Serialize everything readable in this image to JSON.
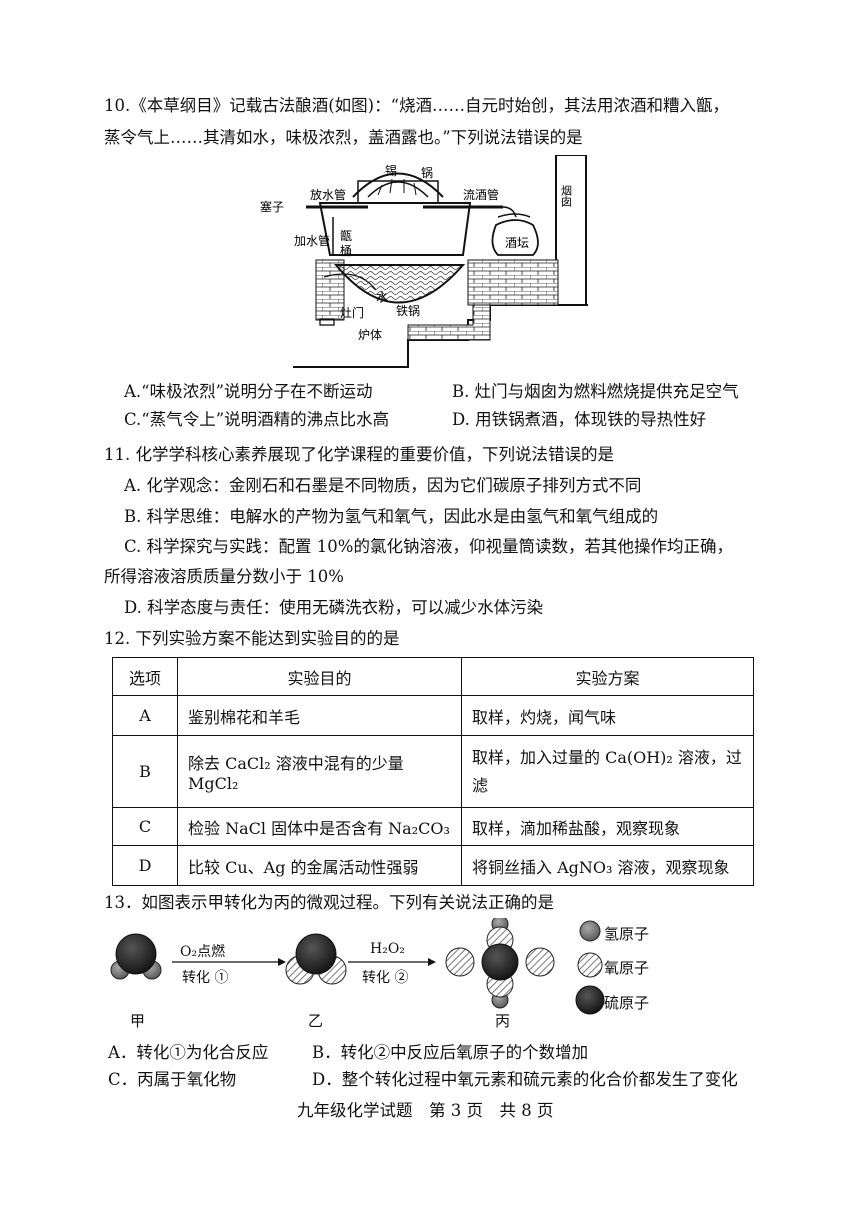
{
  "q10": {
    "stem_line1": "10.《本草纲目》记载古法酿酒(如图)：“烧酒……自元时始创，其法用浓酒和糟入甑，",
    "stem_line2": "蒸令气上……其清如水，味极浓烈，盖酒露也。”下列说法错误的是",
    "diagram_labels": {
      "xi": "锡",
      "guo_top": "锅",
      "fangshui": "放水管",
      "saizi": "塞子",
      "liujiu": "流酒管",
      "yancong": "烟囱",
      "jiashui": "加水管",
      "zeng": "甑",
      "tong": "桶",
      "jiutan": "酒坛",
      "shui": "水",
      "tieguo": "铁锅",
      "zaomen": "灶门",
      "luti": "炉体"
    },
    "options": {
      "A": "A.“味极浓烈”说明分子在不断运动",
      "B": "B. 灶门与烟囱为燃料燃烧提供充足空气",
      "C": "C.“蒸气令上”说明酒精的沸点比水高",
      "D": "D. 用铁锅煮酒，体现铁的导热性好"
    }
  },
  "q11": {
    "stem": "11. 化学学科核心素养展现了化学课程的重要价值，下列说法错误的是",
    "A": "A. 化学观念：金刚石和石墨是不同物质，因为它们碳原子排列方式不同",
    "B": "B. 科学思维：电解水的产物为氢气和氧气，因此水是由氢气和氧气组成的",
    "C1": "C. 科学探究与实践：配置 10%的氯化钠溶液，仰视量筒读数，若其他操作均正确，",
    "C2": "所得溶液溶质质量分数小于 10%",
    "D": "D. 科学态度与责任：使用无磷洗衣粉，可以减少水体污染"
  },
  "q12": {
    "stem": "12. 下列实验方案不能达到实验目的的是",
    "headers": [
      "选项",
      "实验目的",
      "实验方案"
    ],
    "rows": [
      {
        "opt": "A",
        "purpose": "鉴别棉花和羊毛",
        "plan": "取样，灼烧，闻气味"
      },
      {
        "opt": "B",
        "purpose": "除去 CaCl₂ 溶液中混有的少量 MgCl₂",
        "plan": "取样，加入过量的 Ca(OH)₂ 溶液，过滤"
      },
      {
        "opt": "C",
        "purpose": "检验 NaCl 固体中是否含有 Na₂CO₃",
        "plan": "取样，滴加稀盐酸，观察现象"
      },
      {
        "opt": "D",
        "purpose": "比较 Cu、Ag 的金属活动性强弱",
        "plan": "将铜丝插入 AgNO₃ 溶液，观察现象"
      }
    ]
  },
  "q13": {
    "stem": "13．如图表示甲转化为丙的微观过程。下列有关说法正确的是",
    "arrow1_top": "O₂点燃",
    "arrow1_bottom": "转化 ①",
    "arrow2_top": "H₂O₂",
    "arrow2_bottom": "转化 ②",
    "jia": "甲",
    "yi": "乙",
    "bing": "丙",
    "legend": [
      "氢原子",
      "氧原子",
      "硫原子"
    ],
    "A": "A．转化①为化合反应",
    "B": "B．转化②中反应后氧原子的个数增加",
    "C": "C．丙属于氧化物",
    "D": "D．整个转化过程中氧元素和硫元素的化合价都发生了变化"
  },
  "footer": "九年级化学试题　第 3 页　共 8 页",
  "colors": {
    "hydrogen": "#7a7a7a",
    "oxygen_hatch": "#555555",
    "sulfur": "#1a1a1a"
  }
}
